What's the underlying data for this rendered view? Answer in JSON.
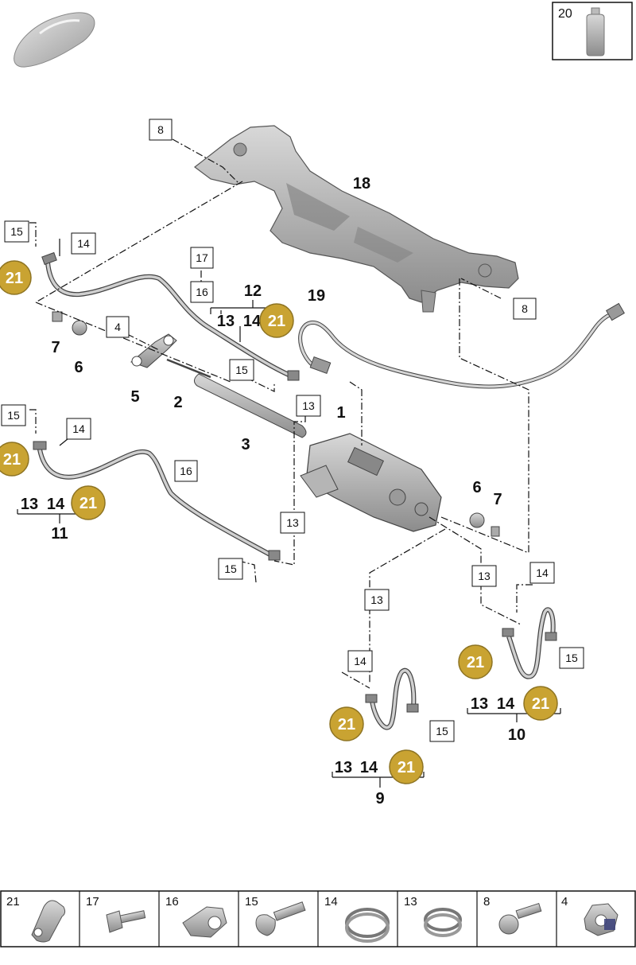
{
  "colors": {
    "badge": "#c9a332",
    "badge_border": "#8e7423",
    "part_gray": "#a9a9a9",
    "outline": "#111111"
  },
  "icons": {
    "car": "car-silhouette-icon",
    "bottle": "fluid-bottle-icon",
    "bolt": "bolt-icon",
    "ring": "seal-ring-icon",
    "nut": "nut-icon"
  },
  "top_right_box": {
    "number": "20"
  },
  "boxed_labels": {
    "b8a": "8",
    "b8b": "8",
    "b15a": "15",
    "b15b": "15",
    "b15c": "15",
    "b15d": "15",
    "b15e": "15",
    "b15f": "15",
    "b14a": "14",
    "b14b": "14",
    "b14c": "14",
    "b14d": "14",
    "b17": "17",
    "b16a": "16",
    "b16b": "16",
    "b4": "4",
    "b13a": "13",
    "b13b": "13",
    "b13c": "13",
    "b13d": "13"
  },
  "plain_labels": {
    "p18": "18",
    "p12": "12",
    "p13a": "13",
    "p14a": "14",
    "p19": "19",
    "p7a": "7",
    "p6a": "6",
    "p5": "5",
    "p2": "2",
    "p3": "3",
    "p1": "1",
    "p13b": "13",
    "p14b": "14",
    "p11": "11",
    "p6b": "6",
    "p7b": "7",
    "p13c": "13",
    "p14c": "14",
    "p10": "10",
    "p13d": "13",
    "p14d": "14",
    "p9": "9"
  },
  "badges": {
    "label": "21"
  },
  "parts_strip": [
    {
      "label": "21",
      "icon": "connector-sleeve-icon"
    },
    {
      "label": "17",
      "icon": "bolt-icon"
    },
    {
      "label": "16",
      "icon": "clamp-icon"
    },
    {
      "label": "15",
      "icon": "bolt-icon"
    },
    {
      "label": "14",
      "icon": "seal-ring-icon"
    },
    {
      "label": "13",
      "icon": "seal-ring-icon"
    },
    {
      "label": "8",
      "icon": "bolt-icon"
    },
    {
      "label": "4",
      "icon": "nut-icon"
    }
  ]
}
